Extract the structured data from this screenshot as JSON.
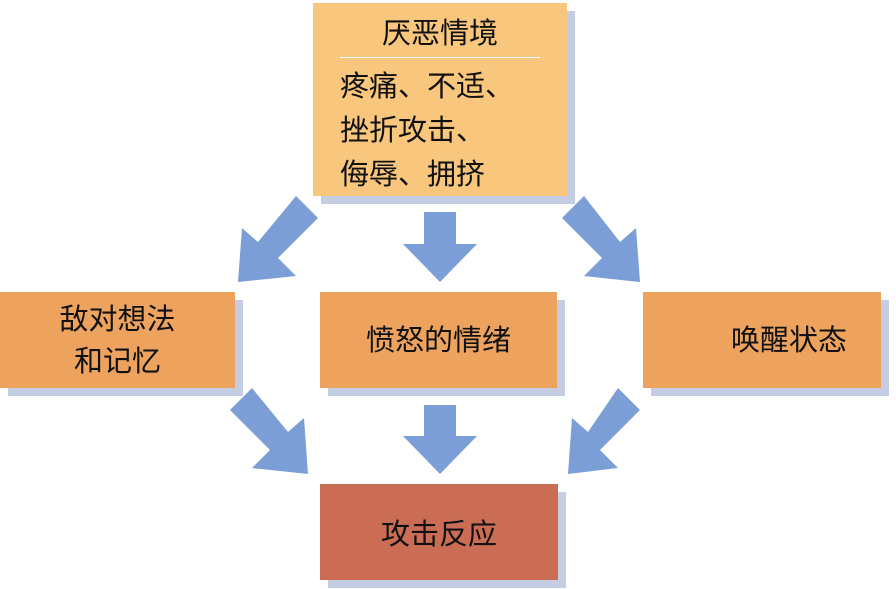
{
  "diagram": {
    "top": {
      "title": "厌恶情境",
      "lines": [
        "疼痛、不适、",
        "挫折攻击、",
        "侮辱、拥挤"
      ]
    },
    "left": {
      "lines": [
        "敌对想法",
        "和记忆"
      ]
    },
    "center": {
      "label": "愤怒的情绪"
    },
    "right": {
      "label": "唤醒状态"
    },
    "bottom": {
      "label": "攻击反应"
    },
    "colors": {
      "top_box": "#f8c67c",
      "middle_boxes": "#eda35e",
      "bottom_box": "#cb6d55",
      "arrows": "#7b9ed6",
      "shadow": "#c5cde2"
    }
  }
}
